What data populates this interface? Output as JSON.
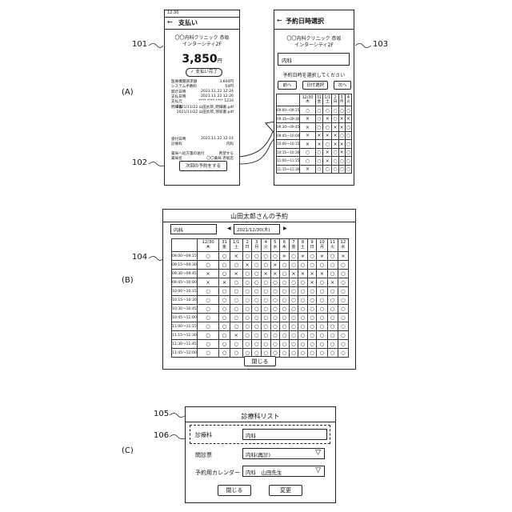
{
  "section_labels": {
    "a": "(A)",
    "b": "(B)",
    "c": "(C)"
  },
  "refs": {
    "r101": "101",
    "r102": "102",
    "r103": "103",
    "r104": "104",
    "r105": "105",
    "r106": "106"
  },
  "phone_pay": {
    "status_time": "12:30",
    "back_arrow": "←",
    "header_title": "支払い",
    "clinic_line1": "〇〇内科クリニック 赤坂",
    "clinic_line2": "インターシティ2F",
    "amount": "3,850",
    "amount_unit": "円",
    "paid_badge": "✓ 支払い完了",
    "details": [
      {
        "k": "医療機関請求額",
        "v": "3,600円"
      },
      {
        "k": "システム手数料",
        "v": "50円"
      },
      {
        "k": "開示日時",
        "v": "2021.11.22 12:24"
      },
      {
        "k": "支払日時",
        "v": "2021.11.22 12:26"
      },
      {
        "k": "支払元",
        "v": "**** **** **** 1234"
      },
      {
        "k": "明細書",
        "v": "2021/11/22 山田太郎_明細書.pdf"
      },
      {
        "k": "",
        "v": "2021/11/22 山田太郎_領収書.pdf"
      }
    ],
    "details2": [
      {
        "k": "受付日時",
        "v": "2021.11.22 12:14"
      },
      {
        "k": "診療科",
        "v": "内科"
      }
    ],
    "details3": [
      {
        "k": "薬局へ処方箋の送付",
        "v": "希望する"
      },
      {
        "k": "薬局名",
        "v": "〇〇薬局 赤坂店"
      }
    ],
    "next_button": "次回の予約をする"
  },
  "phone_reserve": {
    "back_arrow": "←",
    "header_title": "予約日時選択",
    "clinic_line1": "〇〇内科クリニック 赤坂",
    "clinic_line2": "インターシティ2F",
    "dept_value": "内科",
    "prompt": "予約日時を選択してください",
    "prev_button": "前へ",
    "date_button": "日付選択",
    "next_button": "次へ",
    "columns": [
      "12/30\n木",
      "31\n金",
      "1/1\n土",
      "2\n日",
      "3\n月",
      "4\n火"
    ],
    "rows": [
      {
        "time": "09:00〜09:15",
        "cells": [
          "○",
          "○",
          "○",
          "○",
          "○",
          "○"
        ]
      },
      {
        "time": "09:15〜09:30",
        "cells": [
          "×",
          "○",
          "×",
          "○",
          "×",
          "×"
        ]
      },
      {
        "time": "09:30〜09:45",
        "cells": [
          "×",
          "○",
          "○",
          "×",
          "×",
          "○"
        ]
      },
      {
        "time": "09:45〜10:00",
        "cells": [
          "×",
          "×",
          "×",
          "×",
          "○",
          "○"
        ]
      },
      {
        "time": "10:00〜10:15",
        "cells": [
          "×",
          "×",
          "○",
          "×",
          "×",
          "○"
        ]
      },
      {
        "time": "10:15〜10:30",
        "cells": [
          "○",
          "○",
          "×",
          "○",
          "×",
          "○"
        ]
      },
      {
        "time": "11:00〜11:15",
        "cells": [
          "○",
          "○",
          "×",
          "○",
          "○",
          "○"
        ]
      },
      {
        "time": "11:15〜11:30",
        "cells": [
          "×",
          "○",
          "○",
          "○",
          "○",
          "○"
        ]
      }
    ]
  },
  "panel_b": {
    "title": "山田太郎さんの予約",
    "dept_value": "内科",
    "prev_arrow": "◀",
    "date_value": "2021/12/30(木)",
    "next_arrow": "▶",
    "columns": [
      "12/30\n木",
      "31\n金",
      "1/1\n土",
      "2\n日",
      "3\n月",
      "4\n火",
      "5\n水",
      "6\n木",
      "7\n金",
      "8\n土",
      "9\n日",
      "10\n月",
      "11\n火",
      "12\n水"
    ],
    "rows": [
      {
        "time": "09:00〜09:15",
        "cells": [
          "○",
          "○",
          "×",
          "○",
          "○",
          "○",
          "○",
          "×",
          "○",
          "×",
          "○",
          "×",
          "○",
          "×"
        ]
      },
      {
        "time": "09:15〜09:30",
        "cells": [
          "○",
          "○",
          "○",
          "×",
          "○",
          "○",
          "×",
          "○",
          "○",
          "○",
          "○",
          "○",
          "○",
          "○"
        ]
      },
      {
        "time": "09:30〜09:45",
        "cells": [
          "×",
          "○",
          "×",
          "○",
          "○",
          "×",
          "×",
          "○",
          "×",
          "×",
          "×",
          "×",
          "○",
          "○"
        ]
      },
      {
        "time": "09:45〜10:00",
        "cells": [
          "×",
          "×",
          "○",
          "○",
          "○",
          "○",
          "○",
          "○",
          "○",
          "○",
          "×",
          "○",
          "×",
          "○"
        ]
      },
      {
        "time": "10:00〜10:15",
        "cells": [
          "○",
          "○",
          "○",
          "○",
          "○",
          "○",
          "○",
          "○",
          "○",
          "○",
          "○",
          "○",
          "○",
          "○"
        ]
      },
      {
        "time": "10:15〜10:30",
        "cells": [
          "○",
          "○",
          "○",
          "○",
          "○",
          "○",
          "○",
          "○",
          "○",
          "○",
          "○",
          "○",
          "○",
          "○"
        ]
      },
      {
        "time": "10:30〜10:45",
        "cells": [
          "○",
          "○",
          "○",
          "○",
          "○",
          "○",
          "○",
          "○",
          "○",
          "○",
          "○",
          "○",
          "○",
          "○"
        ]
      },
      {
        "time": "10:45〜11:00",
        "cells": [
          "○",
          "○",
          "○",
          "○",
          "○",
          "○",
          "○",
          "○",
          "○",
          "○",
          "○",
          "○",
          "○",
          "○"
        ]
      },
      {
        "time": "11:00〜11:15",
        "cells": [
          "○",
          "○",
          "○",
          "○",
          "○",
          "○",
          "○",
          "○",
          "○",
          "○",
          "○",
          "○",
          "○",
          "○"
        ]
      },
      {
        "time": "11:15〜11:30",
        "cells": [
          "○",
          "○",
          "×",
          "○",
          "○",
          "○",
          "○",
          "○",
          "○",
          "○",
          "○",
          "○",
          "○",
          "○"
        ]
      },
      {
        "time": "11:30〜11:45",
        "cells": [
          "○",
          "○",
          "○",
          "○",
          "○",
          "○",
          "○",
          "○",
          "○",
          "○",
          "○",
          "○",
          "○",
          "○"
        ]
      },
      {
        "time": "11:45〜12:00",
        "cells": [
          "○",
          "○",
          "○",
          "○",
          "○",
          "○",
          "○",
          "○",
          "○",
          "○",
          "○",
          "○",
          "○",
          "○"
        ]
      }
    ],
    "close_button": "閉じる"
  },
  "panel_c": {
    "title": "診療科リスト",
    "row1_label": "診療科",
    "row1_value": "内科",
    "row2_label": "問診票",
    "row2_value": "内科(再診)",
    "row3_label": "予約用カレンダー",
    "row3_value": "内科　山田先生",
    "dropdown_icon": "▽",
    "close_button": "閉じる",
    "change_button": "変更"
  }
}
